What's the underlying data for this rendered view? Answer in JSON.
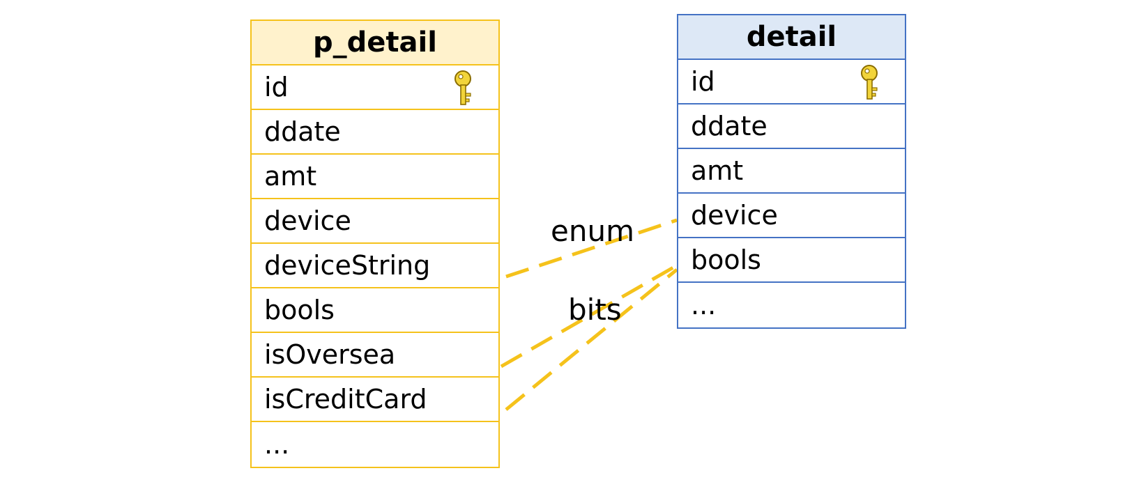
{
  "tables": {
    "left": {
      "title": "p_detail",
      "rows": [
        "id",
        "ddate",
        "amt",
        "device",
        "deviceString",
        "bools",
        "isOversea",
        "isCreditCard",
        "..."
      ],
      "border_color": "#f5c21b",
      "header_fill": "#fff2cc",
      "primary_key": "id"
    },
    "right": {
      "title": "detail",
      "rows": [
        "id",
        "ddate",
        "amt",
        "device",
        "bools",
        "..."
      ],
      "border_color": "#4472c4",
      "header_fill": "#dde8f6",
      "primary_key": "id"
    }
  },
  "relations": [
    {
      "label": "enum",
      "from": "deviceString",
      "to": "device",
      "style": "dashed",
      "color": "#f5c21b"
    },
    {
      "label": "bits",
      "from": [
        "isOversea",
        "isCreditCard"
      ],
      "to": "bools",
      "style": "dashed",
      "color": "#f5c21b"
    }
  ],
  "icons": {
    "primary_key": "key-icon"
  }
}
